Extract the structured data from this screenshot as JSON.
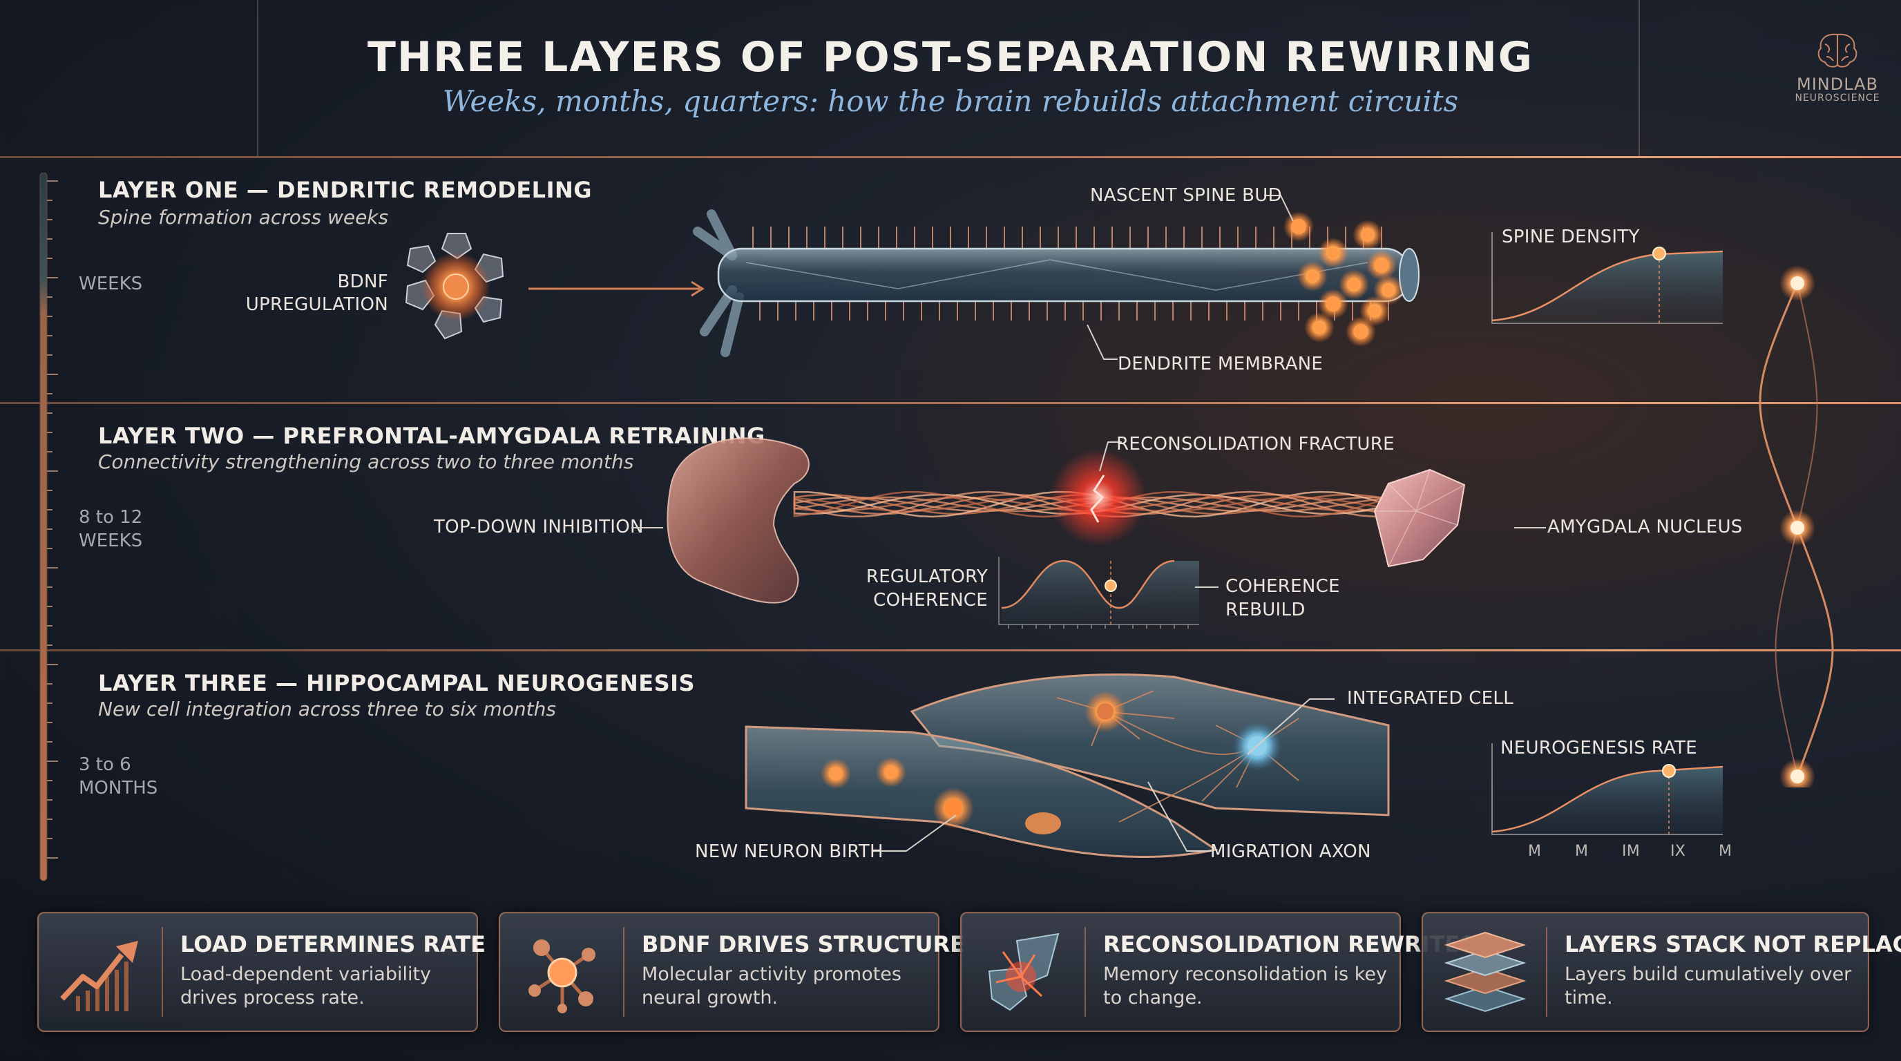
{
  "header": {
    "title": "THREE LAYERS OF POST-SEPARATION REWIRING",
    "subtitle": "Weeks, months, quarters: how the brain rebuilds attachment circuits"
  },
  "logo": {
    "name": "MINDLAB",
    "tagline": "NEUROSCIENCE"
  },
  "timeline": {
    "weeks": "WEEKS",
    "mid_line1": "8 to 12",
    "mid_line2": "WEEKS",
    "late_line1": "3 to 6",
    "late_line2": "MONTHS"
  },
  "layer1": {
    "title": "LAYER ONE — DENDRITIC REMODELING",
    "subtitle": "Spine formation across weeks",
    "bdnf_line1": "BDNF",
    "bdnf_line2": "UPREGULATION",
    "spine_bud": "NASCENT SPINE BUD",
    "membrane": "DENDRITE MEMBRANE",
    "chart_label": "SPINE DENSITY"
  },
  "layer2": {
    "title": "LAYER TWO — PREFRONTAL-AMYGDALA RETRAINING",
    "subtitle": "Connectivity strengthening across two to three months",
    "top_down": "TOP-DOWN INHIBITION",
    "fracture": "RECONSOLIDATION FRACTURE",
    "amygdala": "AMYGDALA NUCLEUS",
    "regulatory_line1": "REGULATORY",
    "regulatory_line2": "COHERENCE",
    "coherence_line1": "COHERENCE",
    "coherence_line2": "REBUILD"
  },
  "layer3": {
    "title": "LAYER THREE — HIPPOCAMPAL NEUROGENESIS",
    "subtitle": "New cell integration across three to six months",
    "integrated": "INTEGRATED CELL",
    "birth": "NEW NEURON BIRTH",
    "migration": "MIGRATION AXON",
    "chart_label": "NEUROGENESIS RATE",
    "ticks": [
      "M",
      "M",
      "IM",
      "IX",
      "M"
    ]
  },
  "cards": [
    {
      "title": "LOAD DETERMINES RATE",
      "line1": "Load-dependent variability",
      "line2": "drives process rate.",
      "icon": "trend-up-icon"
    },
    {
      "title": "BDNF DRIVES STRUCTURE",
      "line1": "Molecular activity promotes",
      "line2": "neural growth.",
      "icon": "molecule-icon"
    },
    {
      "title": "RECONSOLIDATION REWRITES",
      "line1": "Memory reconsolidation is key",
      "line2": "to change.",
      "icon": "fracture-icon"
    },
    {
      "title": "LAYERS STACK NOT REPLACE",
      "line1": "Layers build cumulatively over",
      "line2": "time.",
      "icon": "layers-icon"
    }
  ],
  "colors": {
    "accent": "#e58a55",
    "glow": "#ff7a2e",
    "fracture": "#ff3a2a",
    "subtitle": "#8fb6dd"
  }
}
